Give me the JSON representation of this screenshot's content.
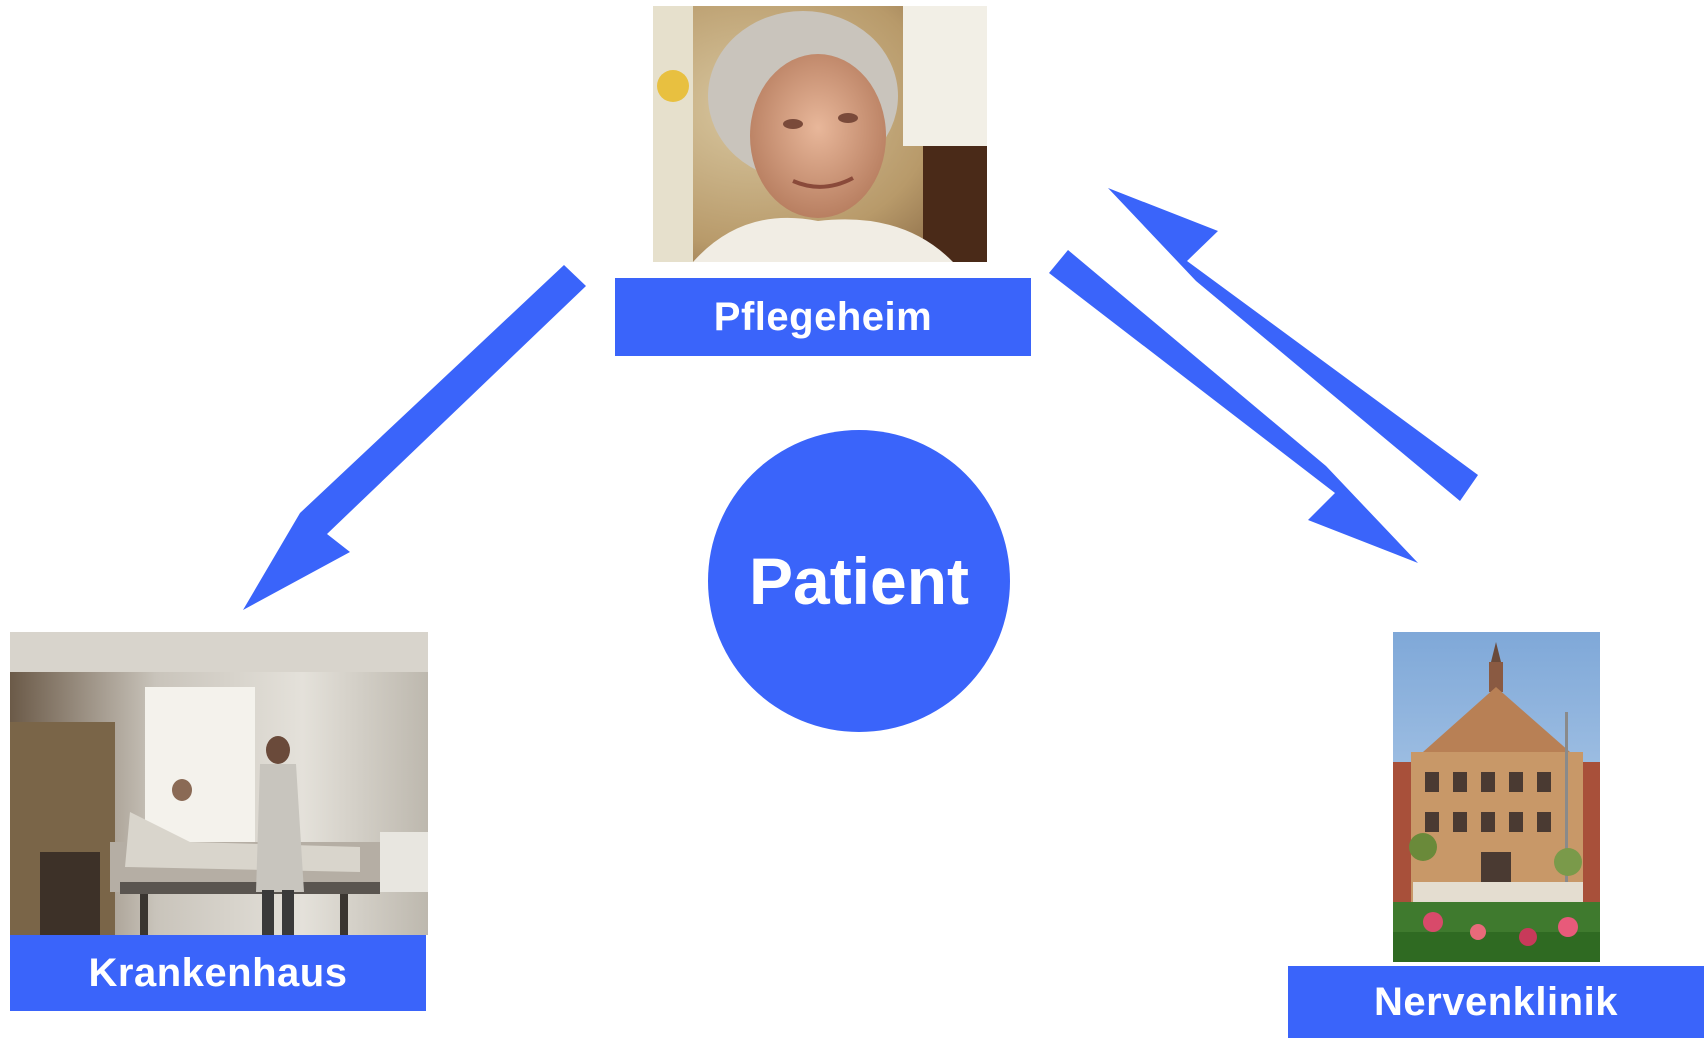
{
  "nodes": {
    "top": {
      "label": "Pflegeheim",
      "image": "elderly-woman-photo"
    },
    "left": {
      "label": "Krankenhaus",
      "image": "hospital-room-photo"
    },
    "right": {
      "label": "Nervenklinik",
      "image": "clinic-building-photo"
    }
  },
  "center": {
    "label": "Patient"
  },
  "colors": {
    "accent": "#3a64fa",
    "background": "#ffffff",
    "label_text": "#ffffff"
  },
  "edges": [
    {
      "from": "Pflegeheim",
      "to": "Krankenhaus"
    },
    {
      "from": "Pflegeheim",
      "to": "Nervenklinik"
    },
    {
      "from": "Nervenklinik",
      "to": "Pflegeheim"
    }
  ]
}
